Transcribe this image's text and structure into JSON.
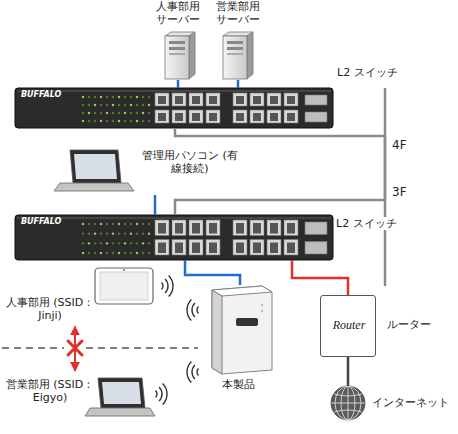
{
  "diagram": {
    "nodes": [
      {
        "text": [
          "人事部用 サーバー"
        ]
      },
      {
        "text": [
          "営業部用 サーバー"
        ]
      },
      {
        "text": [
          "L2 スイッチ"
        ]
      },
      {
        "text": [
          "管理用パソコン (有線接続)"
        ]
      },
      {
        "text": [
          "L2 スイッチ"
        ]
      },
      {
        "text": [
          "人事部用 (SSID：Jinji)"
        ]
      },
      {
        "text": [
          "本製品"
        ]
      },
      {
        "text": [
          "営業部用 (SSID：Eigyo)"
        ]
      },
      {
        "text": [
          "Router",
          "ルーター"
        ]
      },
      {
        "text": [
          "インターネット"
        ]
      }
    ],
    "edges": [
      {
        "from": 0,
        "to": 2,
        "arrow": "none"
      },
      {
        "from": 1,
        "to": 2,
        "arrow": "none"
      },
      {
        "from": 3,
        "to": 4,
        "arrow": "none"
      },
      {
        "from": 2,
        "to": 4,
        "arrow": "none"
      },
      {
        "from": 4,
        "to": 6,
        "arrow": "none"
      },
      {
        "from": 4,
        "to": 8,
        "arrow": "none"
      },
      {
        "from": 8,
        "to": 9,
        "arrow": "none"
      },
      {
        "from": 5,
        "to": 7,
        "arrow": "both"
      }
    ],
    "labels": [
      "BUFFALO",
      "BUFFALO",
      "4F",
      "3F"
    ]
  }
}
